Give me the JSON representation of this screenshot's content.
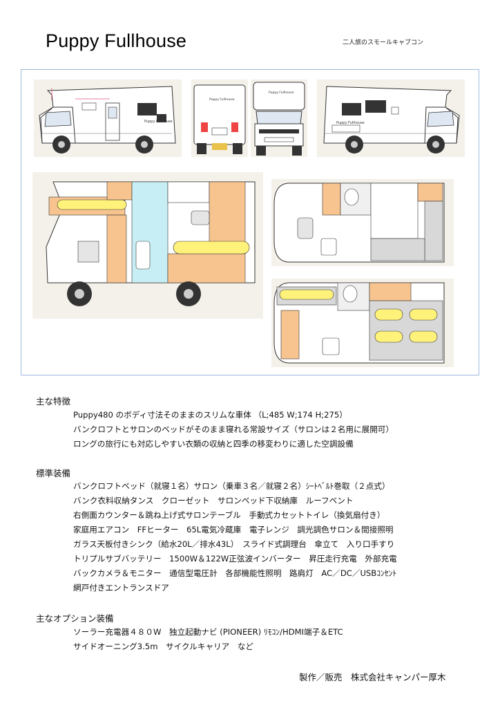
{
  "header": {
    "title": "Puppy Fullhouse",
    "subtitle": "二人旅のスモールキャブコン"
  },
  "drawings": {
    "logo_text": "Puppy Fullhouse"
  },
  "features": {
    "heading": "主な特徴",
    "lines": [
      "Puppy480 のボディ寸法そのままのスリムな車体 （L;485 W;174 H;275）",
      "バンクロフトとサロンのベッドがそのまま寝れる常設サイズ（サロンは２名用に展開可）",
      "ロングの旅行にも対応しやすい衣類の収納と四季の移変わりに適した空調設備"
    ]
  },
  "standard": {
    "heading": "標準装備",
    "lines": [
      "バンクロフトベッド（就寝１名）サロン（乗車３名／就寝２名）ｼｰﾄﾍﾞﾙﾄ巻取（２点式）",
      "バンク衣料収納タンス　クローゼット　サロンベッド下収納庫　ルーフベント",
      "右側面カウンター＆跳ね上げ式サロンテーブル　手動式カセットトイレ（換気扇付き）",
      "家庭用エアコン　FFヒーター　65L電気冷蔵庫　電子レンジ　調光調色サロン＆間接照明",
      "ガラス天板付きシンク（給水20L／排水43L）　スライド式調理台　傘立て　入り口手すり",
      "トリプルサブバッテリー　1500W＆122W正弦波インバーター　昇圧走行充電　外部充電",
      "バックカメラ＆モニター　通信型電圧計　各部機能性照明　路肩灯　AC／DC／USBｺﾝｾﾝﾄ",
      "網戸付きエントランスドア"
    ]
  },
  "options": {
    "heading": "主なオプション装備",
    "lines": [
      "ソーラー充電器４８０W　独立起動ナビ (PIONEER) ﾘﾓｺﾝ/HDMI端子＆ETC",
      "サイドオーニング3.5m　サイクルキャリア　など"
    ]
  },
  "footer": {
    "text": "製作／販売　株式会社キャンパー厚木"
  },
  "colors": {
    "frame_border": "#9bb7de",
    "bed_yellow": "#fff27a",
    "storage_orange": "#f7c48f",
    "fridge_cyan": "#c8eef5",
    "counter_gray": "#d8d8d8",
    "panel_bg": "#f4f1ea"
  }
}
